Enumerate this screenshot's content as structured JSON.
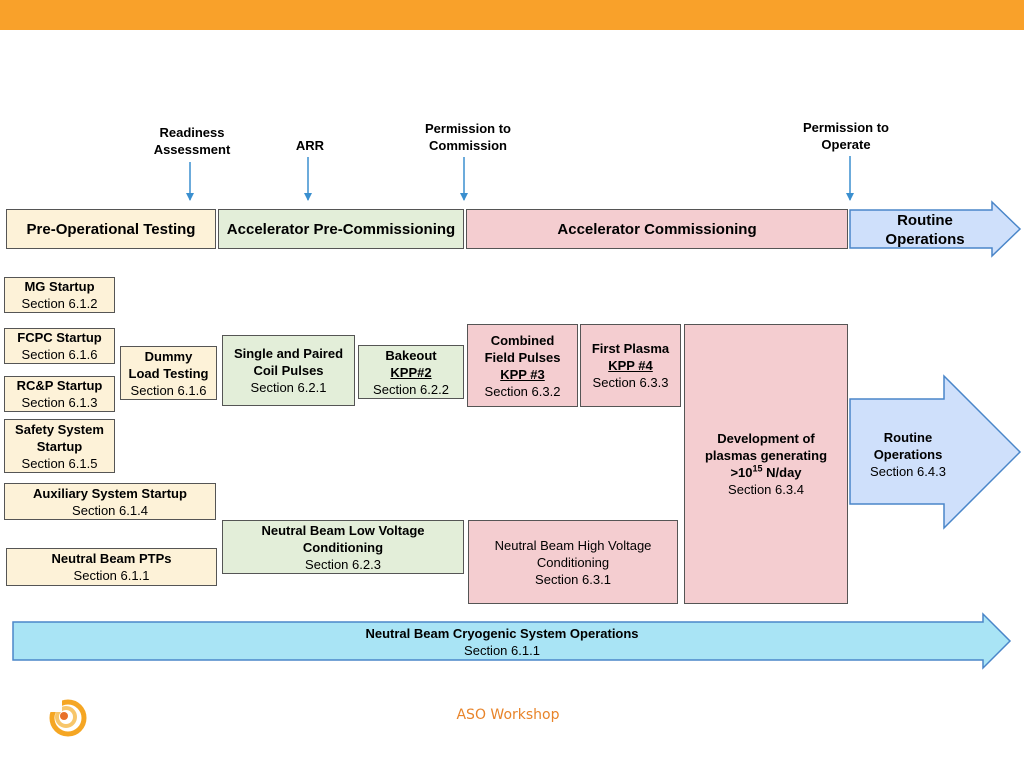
{
  "milestones": {
    "readiness": "Readiness\nAssessment",
    "arr": "ARR",
    "permission_commission": "Permission to\nCommission",
    "permission_operate": "Permission to\nOperate"
  },
  "phases": {
    "pre_operational": "Pre-Operational Testing",
    "pre_commissioning": "Accelerator Pre-Commissioning",
    "commissioning": "Accelerator Commissioning",
    "routine": "Routine\nOperations"
  },
  "tasks": {
    "mg_startup": {
      "title": "MG Startup",
      "section": "Section 6.1.2"
    },
    "fcpc_startup": {
      "title": "FCPC Startup",
      "section": "Section 6.1.6"
    },
    "rcp_startup": {
      "title": "RC&P Startup",
      "section": "Section 6.1.3"
    },
    "safety_startup": {
      "title": "Safety System\nStartup",
      "section": "Section 6.1.5"
    },
    "auxiliary_startup": {
      "title": "Auxiliary System Startup",
      "section": "Section 6.1.4"
    },
    "nb_ptps": {
      "title": "Neutral Beam PTPs",
      "section": "Section 6.1.1"
    },
    "dummy_load": {
      "title": "Dummy\nLoad Testing",
      "section": "Section 6.1.6"
    },
    "coil_pulses": {
      "title": "Single and Paired\nCoil Pulses",
      "section": "Section 6.2.1"
    },
    "bakeout": {
      "title": "Bakeout",
      "kpp": "KPP#2",
      "section": "Section 6.2.2"
    },
    "nb_low_voltage": {
      "title": "Neutral Beam Low Voltage\nConditioning",
      "section": "Section 6.2.3"
    },
    "combined_field": {
      "title": "Combined\nField Pulses",
      "kpp": "KPP #3",
      "section": "Section 6.3.2"
    },
    "first_plasma": {
      "title": "First Plasma",
      "kpp": "KPP #4",
      "section": "Section 6.3.3"
    },
    "nb_high_voltage": {
      "title": "Neutral Beam High Voltage\nConditioning",
      "section": "Section 6.3.1"
    },
    "development": {
      "title_a": "Development of\nplasmas generating\n>10",
      "sup": "15",
      "title_b": " N/day",
      "section": "Section 6.3.4"
    },
    "routine_ops": {
      "title": "Routine\nOperations",
      "section": "Section 6.4.3"
    },
    "nb_cryogenic": {
      "title": "Neutral Beam Cryogenic System Operations",
      "section": "Section 6.1.1"
    }
  },
  "footer": "ASO Workshop",
  "colors": {
    "top_bar": "#f9a12a",
    "cream": "#fdf2d8",
    "green": "#e3eed9",
    "pink": "#f4cdd0",
    "blue_light": "#cfe0fb",
    "cyan": "#a9e4f5",
    "marker": "#3a8fcf",
    "footer_text": "#e8842a"
  }
}
